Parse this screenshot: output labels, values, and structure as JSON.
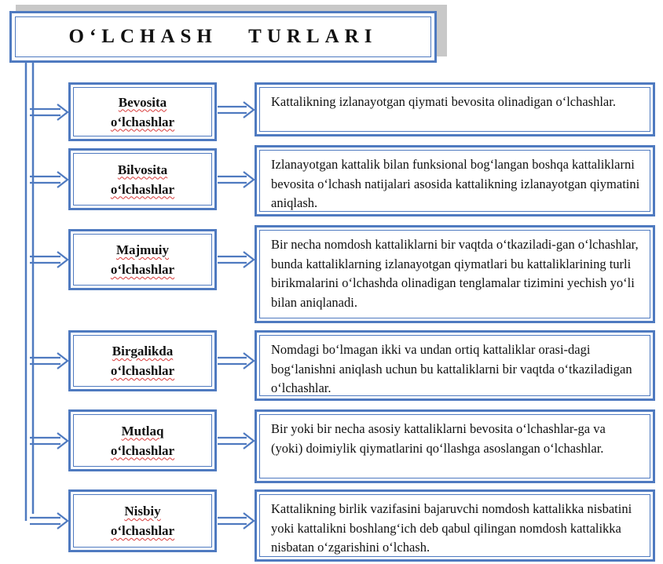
{
  "title": "O‘LCHASH   TURLARI",
  "colors": {
    "border": "#4f7ac0",
    "shadow": "#c8c8c8",
    "text": "#111111"
  },
  "items": [
    {
      "line1": "Bevosita",
      "line2": "o‘lchashlar",
      "desc": "Kattalikning izlanayotgan qiymati bevosita olinadigan o‘lchashlar."
    },
    {
      "line1": "Bilvosita",
      "line2": "o‘lchashlar",
      "desc": "Izlanayotgan kattalik bilan funksional bog‘langan boshqa kattaliklarni bevosita o‘lchash natijalari asosida kattalikning izlanayotgan qiymatini aniqlash."
    },
    {
      "line1": "Majmuiy",
      "line2": "o‘lchashlar",
      "desc": "Bir necha nomdosh kattaliklarni bir vaqtda o‘tkaziladi-gan o‘lchashlar, bunda kattaliklarning izlanayotgan qiymatlari bu kattaliklarining turli birikmalarini o‘lchashda olinadigan tenglamalar tizimini yechish yo‘li bilan aniqlanadi."
    },
    {
      "line1": "Birgalikda",
      "line2": "o‘lchashlar",
      "desc": "Nomdagi bo‘lmagan ikki va undan ortiq kattaliklar orasi-dagi bog‘lanishni aniqlash uchun bu kattaliklarni bir vaqtda o‘tkaziladigan o‘lchashlar."
    },
    {
      "line1": "Mutlaq",
      "line2": "o‘lchashlar",
      "desc": "Bir yoki bir necha asosiy kattaliklarni bevosita o‘lchashlar-ga va (yoki) doimiylik qiymatlarini qo‘llashga asoslangan o‘lchashlar."
    },
    {
      "line1": "Nisbiy",
      "line2": "o‘lchashlar",
      "desc": "Kattalikning birlik vazifasini bajaruvchi nomdosh kattalikka nisbatini yoki kattalikni boshlang‘ich deb qabul qilingan nomdosh kattalikka nisbatan o‘zgarishini o‘lchash."
    }
  ]
}
